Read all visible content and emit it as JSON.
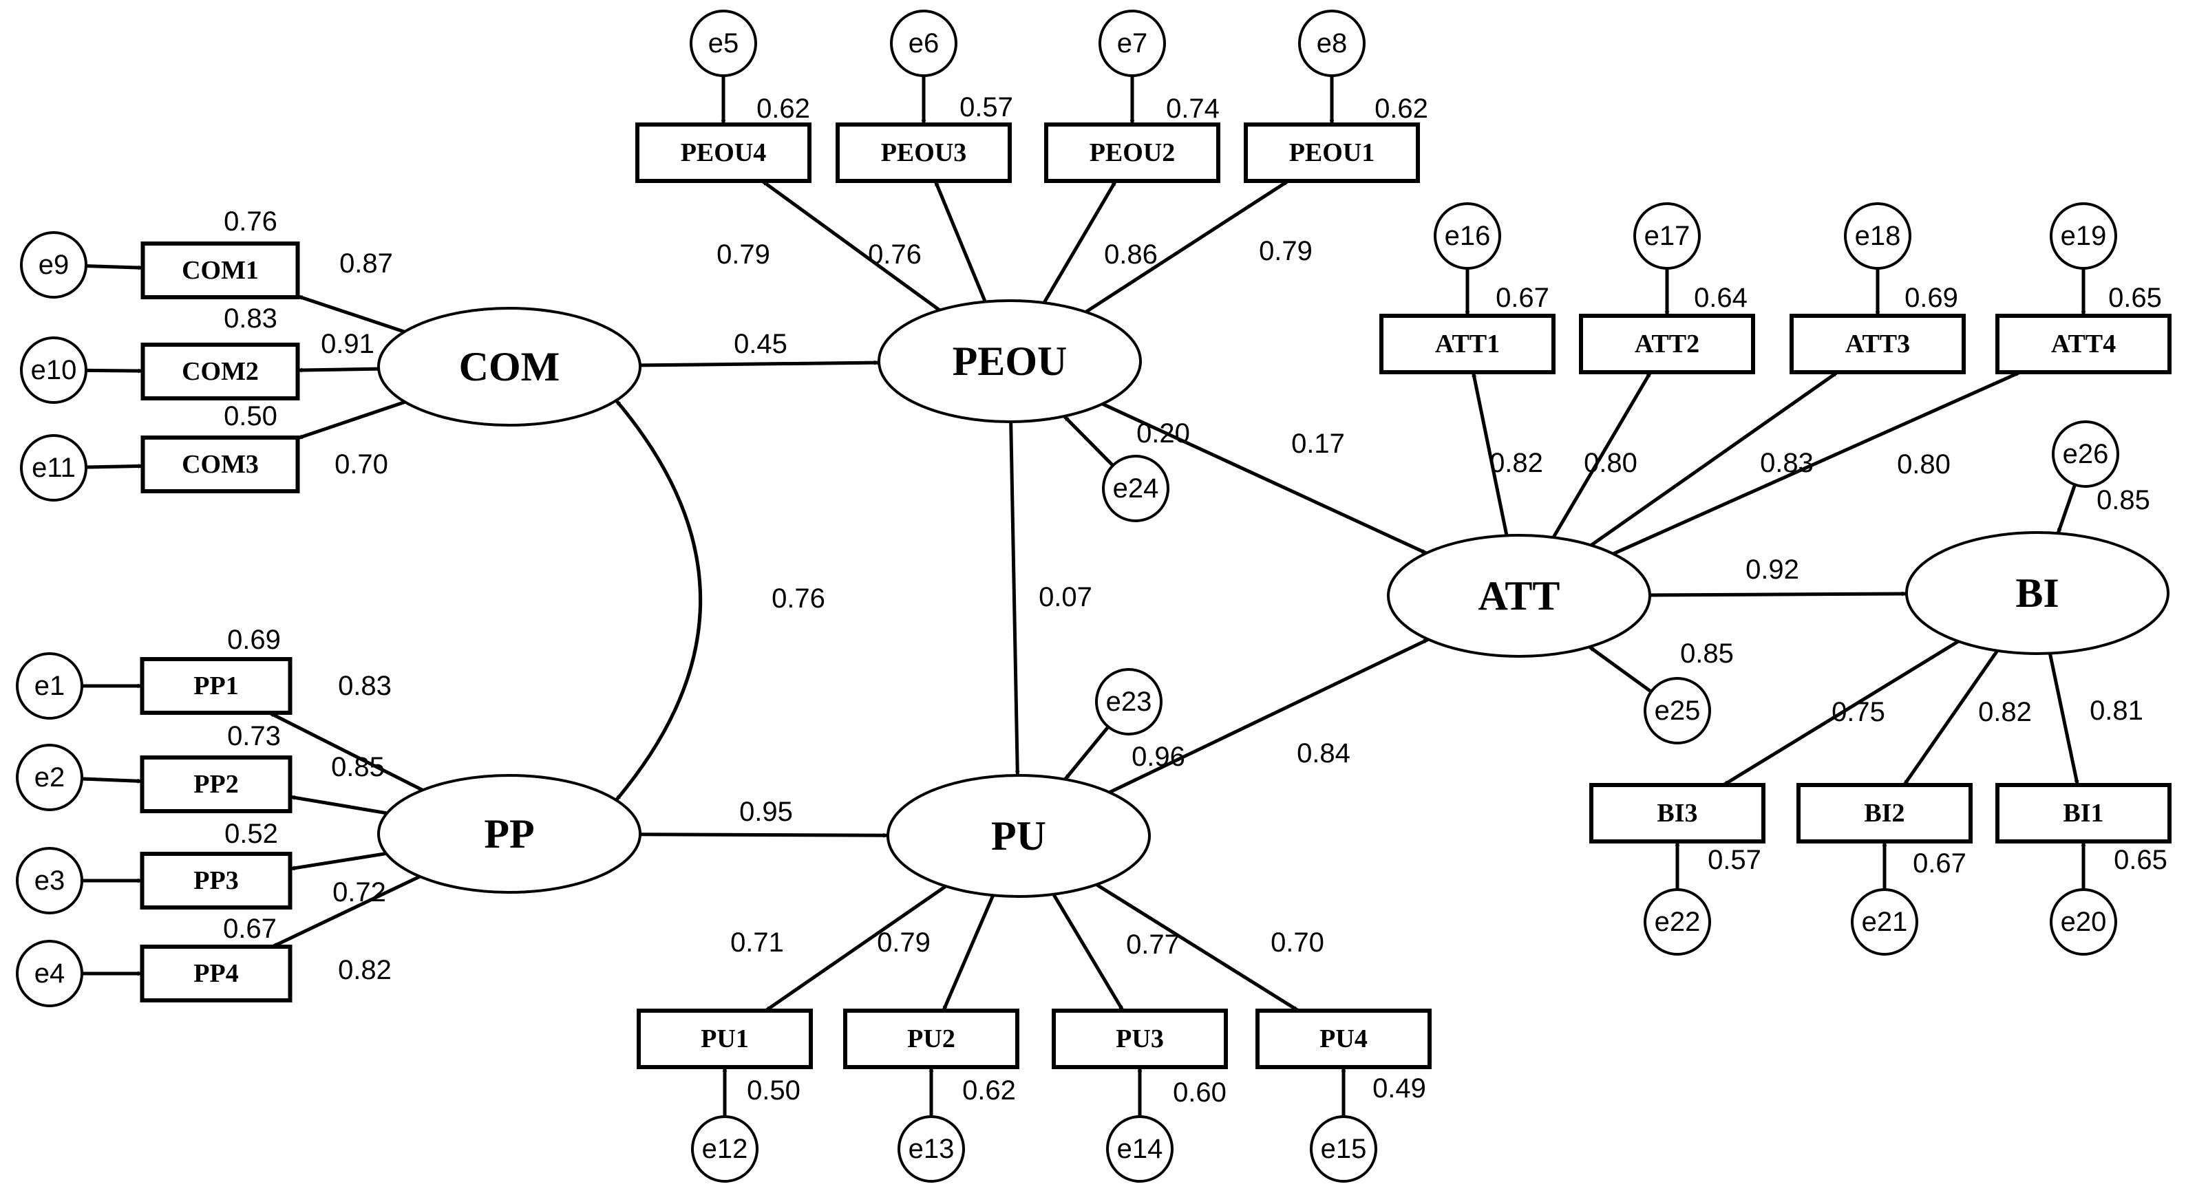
{
  "latent_variables": [
    {
      "id": "COM",
      "label": "COM"
    },
    {
      "id": "PP",
      "label": "PP"
    },
    {
      "id": "PEOU",
      "label": "PEOU"
    },
    {
      "id": "PU",
      "label": "PU"
    },
    {
      "id": "ATT",
      "label": "ATT"
    },
    {
      "id": "BI",
      "label": "BI"
    }
  ],
  "indicators": [
    {
      "id": "PEOU4",
      "label": "PEOU4",
      "error": "e5",
      "r2": "0.62",
      "loading": "0.79"
    },
    {
      "id": "PEOU3",
      "label": "PEOU3",
      "error": "e6",
      "r2": "0.57",
      "loading": "0.76"
    },
    {
      "id": "PEOU2",
      "label": "PEOU2",
      "error": "e7",
      "r2": "0.74",
      "loading": "0.86"
    },
    {
      "id": "PEOU1",
      "label": "PEOU1",
      "error": "e8",
      "r2": "0.62",
      "loading": "0.79"
    },
    {
      "id": "COM1",
      "label": "COM1",
      "error": "e9",
      "r2": "0.76",
      "loading": "0.87"
    },
    {
      "id": "COM2",
      "label": "COM2",
      "error": "e10",
      "r2": "0.83",
      "loading": "0.91"
    },
    {
      "id": "COM3",
      "label": "COM3",
      "error": "e11",
      "r2": "0.50",
      "loading": "0.70"
    },
    {
      "id": "PP1",
      "label": "PP1",
      "error": "e1",
      "r2": "0.69",
      "loading": "0.83"
    },
    {
      "id": "PP2",
      "label": "PP2",
      "error": "e2",
      "r2": "0.73",
      "loading": "0.85"
    },
    {
      "id": "PP3",
      "label": "PP3",
      "error": "e3",
      "r2": "0.52",
      "loading": "0.72"
    },
    {
      "id": "PP4",
      "label": "PP4",
      "error": "e4",
      "r2": "0.67",
      "loading": "0.82"
    },
    {
      "id": "PU1",
      "label": "PU1",
      "error": "e12",
      "r2": "0.50",
      "loading": "0.71"
    },
    {
      "id": "PU2",
      "label": "PU2",
      "error": "e13",
      "r2": "0.62",
      "loading": "0.79"
    },
    {
      "id": "PU3",
      "label": "PU3",
      "error": "e14",
      "r2": "0.60",
      "loading": "0.77"
    },
    {
      "id": "PU4",
      "label": "PU4",
      "error": "e15",
      "r2": "0.49",
      "loading": "0.70"
    },
    {
      "id": "ATT1",
      "label": "ATT1",
      "error": "e16",
      "r2": "0.67",
      "loading": "0.82"
    },
    {
      "id": "ATT2",
      "label": "ATT2",
      "error": "e17",
      "r2": "0.64",
      "loading": "0.80"
    },
    {
      "id": "ATT3",
      "label": "ATT3",
      "error": "e18",
      "r2": "0.69",
      "loading": "0.83"
    },
    {
      "id": "ATT4",
      "label": "ATT4",
      "error": "e19",
      "r2": "0.65",
      "loading": "0.80"
    },
    {
      "id": "BI3",
      "label": "BI3",
      "error": "e22",
      "r2": "0.57",
      "loading": "0.75"
    },
    {
      "id": "BI2",
      "label": "BI2",
      "error": "e21",
      "r2": "0.67",
      "loading": "0.82"
    },
    {
      "id": "BI1",
      "label": "BI1",
      "error": "e20",
      "r2": "0.65",
      "loading": "0.81"
    }
  ],
  "structural_paths": [
    {
      "from": "COM",
      "to": "PEOU",
      "coef": "0.45"
    },
    {
      "from": "PP",
      "to": "PU",
      "coef": "0.95"
    },
    {
      "from": "PEOU",
      "to": "PU",
      "coef": "0.07"
    },
    {
      "from": "PEOU",
      "to": "ATT",
      "coef": "0.17"
    },
    {
      "from": "PU",
      "to": "ATT",
      "coef": "0.84"
    },
    {
      "from": "ATT",
      "to": "BI",
      "coef": "0.92"
    }
  ],
  "covariance": {
    "between": [
      "COM",
      "PP"
    ],
    "coef": "0.76"
  },
  "disturbances": [
    {
      "error": "e24",
      "target": "PEOU",
      "r2": "0.20"
    },
    {
      "error": "e23",
      "target": "PU",
      "r2": "0.96"
    },
    {
      "error": "e25",
      "target": "ATT",
      "r2": "0.85"
    },
    {
      "error": "e26",
      "target": "BI",
      "r2": "0.85"
    }
  ]
}
